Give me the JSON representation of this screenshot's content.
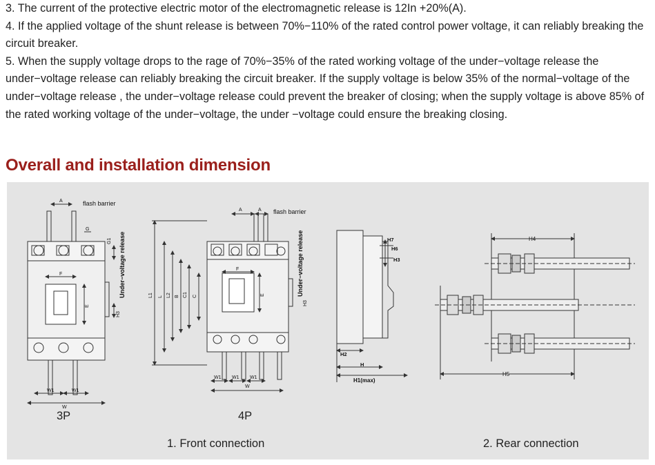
{
  "paragraphs": [
    {
      "number": "3.",
      "text": "The current of the protective electric motor of the electromagnetic release is 12In +20%(A)."
    },
    {
      "number": "4.",
      "text": "If the applied voltage of the shunt release is between 70%−110% of the rated control power voltage, it can reliably breaking the circuit breaker."
    },
    {
      "number": "5.",
      "text": "When the supply voltage drops to the rage of 70%−35% of the rated working voltage of the under−voltage release the under−voltage release can reliably breaking the circuit breaker. If the supply voltage is below 35% of the normal−voltage of the under−voltage release , the under−voltage release could prevent the breaker of closing; when the supply voltage is above 85% of the rated working voltage of the under−voltage, the under −voltage could ensure the breaking closing."
    }
  ],
  "section_title": "Overall and installation dimension",
  "colors": {
    "title": "#9a1f1b",
    "panel_bg": "#e4e4e4",
    "line": "#333333"
  },
  "figure": {
    "labels": {
      "flash_barrier": "flash barrier",
      "under_voltage_release": "Under−voltage release",
      "A": "A",
      "G": "G",
      "G1": "G1",
      "F": "F",
      "E": "E",
      "H3": "H3",
      "W": "W",
      "W1": "W1",
      "L1": "L1",
      "L": "L",
      "L2": "L2",
      "B": "B",
      "C1": "C1",
      "C": "C",
      "H7": "H7",
      "H6": "H6",
      "H2": "H2",
      "H": "H",
      "H1max": "H1(max)",
      "H4": "H4",
      "H5": "H5"
    },
    "captions": {
      "three_pole": "3P",
      "four_pole": "4P",
      "front_connection": "1. Front connection",
      "rear_connection": "2. Rear connection"
    }
  }
}
